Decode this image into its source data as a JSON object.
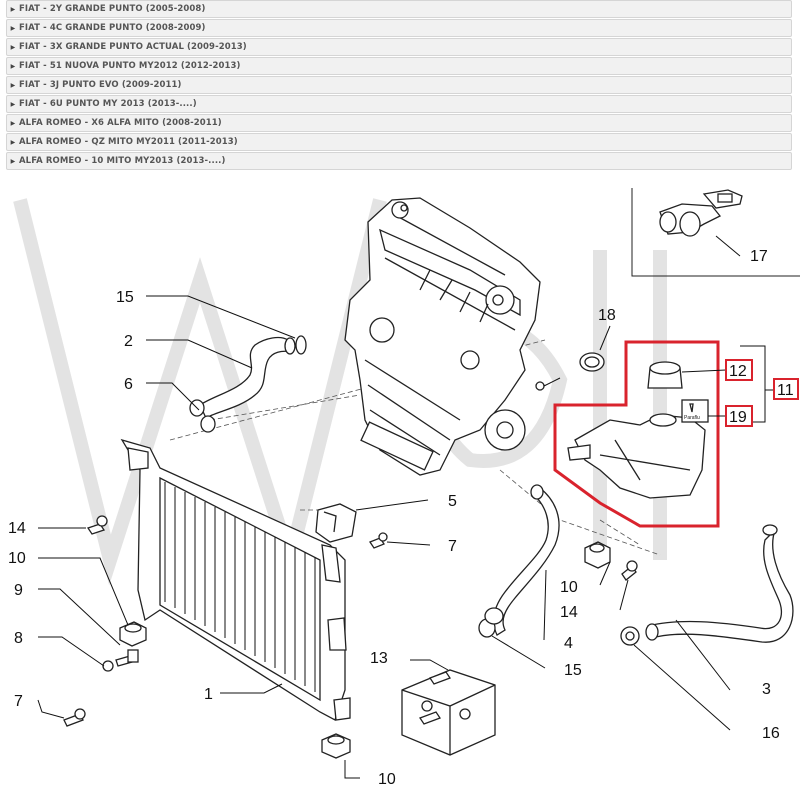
{
  "models": [
    {
      "label": "FIAT - 2Y GRANDE PUNTO (2005-2008)"
    },
    {
      "label": "FIAT - 4C GRANDE PUNTO (2008-2009)"
    },
    {
      "label": "FIAT - 3X GRANDE PUNTO ACTUAL (2009-2013)"
    },
    {
      "label": "FIAT - 51 NUOVA PUNTO MY2012 (2012-2013)"
    },
    {
      "label": "FIAT - 3J PUNTO EVO (2009-2011)"
    },
    {
      "label": "FIAT - 6U PUNTO MY 2013 (2013-....)"
    },
    {
      "label": "ALFA ROMEO - X6 ALFA MITO (2008-2011)"
    },
    {
      "label": "ALFA ROMEO - QZ MITO MY2011 (2011-2013)"
    },
    {
      "label": "ALFA ROMEO - 10 MITO MY2013 (2013-....)"
    }
  ],
  "diagram": {
    "highlight_color": "#d9232d",
    "callouts": {
      "c15a": "15",
      "c2": "2",
      "c6": "6",
      "c14a": "14",
      "c10a": "10",
      "c9": "9",
      "c8": "8",
      "c7a": "7",
      "c1": "1",
      "c10b": "10",
      "c5": "5",
      "c7b": "7",
      "c13": "13",
      "c18": "18",
      "c17": "17",
      "c12": "12",
      "c11": "11",
      "c19": "19",
      "c10c": "10",
      "c14b": "14",
      "c4": "4",
      "c15b": "15",
      "c3": "3",
      "c16": "16"
    },
    "bottle_label": "Paraflu"
  }
}
